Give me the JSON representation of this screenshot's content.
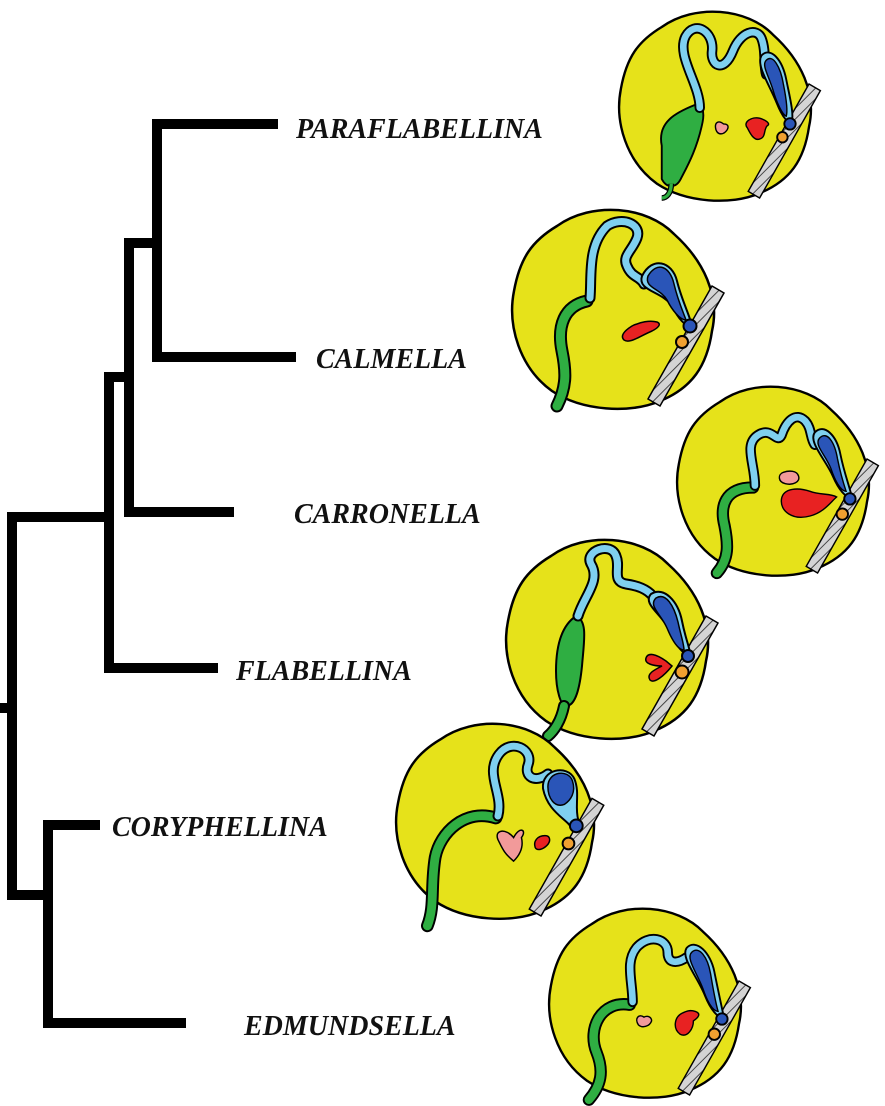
{
  "taxa": [
    "PARAFLABELLINA",
    "CALMELLA",
    "CARRONELLA",
    "FLABELLINA",
    "CORYPHELLINA",
    "EDMUNDSELLA"
  ],
  "colors": {
    "branch": "#000000",
    "hermaphroditic_gland": "#e6e21a",
    "hermaphroditic_duct": "#7fd0ef",
    "prostate": "#2a55b8",
    "vas_deferens": "#2fae42",
    "receptaculum": "#f29a9a",
    "bursa": "#e82222",
    "oviduct_opening": "#f0a030",
    "genital_wall": "#cfcfcf"
  }
}
